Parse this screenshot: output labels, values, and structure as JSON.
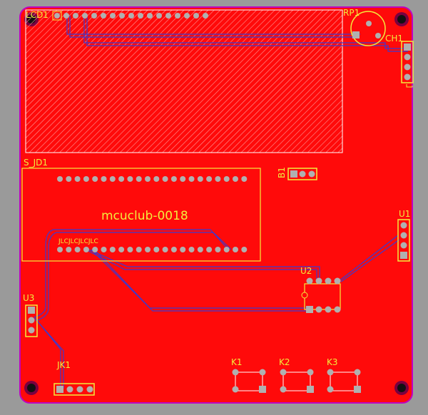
{
  "board": {
    "title": "mcuclub-0018",
    "colors": {
      "background": "#9a9a9a",
      "copper": "#ff0a0a",
      "outline": "#c000c0",
      "silkscreen": "#f2ec3c",
      "trace": "#3a3ad0",
      "pad": "#b0b0b0"
    }
  },
  "components": {
    "lcd": {
      "ref": "LCD1"
    },
    "rp": {
      "ref": "RP1"
    },
    "ch": {
      "ref": "CH1"
    },
    "sjd": {
      "ref": "S_JD1",
      "header": "JLCJLCJLCJLC"
    },
    "b": {
      "ref": "B1"
    },
    "u1": {
      "ref": "U1"
    },
    "u2": {
      "ref": "U2"
    },
    "u3": {
      "ref": "U3"
    },
    "jk": {
      "ref": "JK1"
    },
    "k1": {
      "ref": "K1"
    },
    "k2": {
      "ref": "K2"
    },
    "k3": {
      "ref": "K3"
    }
  },
  "icons": [
    "mounting-hole-icon",
    "pin-pad-icon",
    "potentiometer-icon",
    "pushbutton-icon"
  ]
}
